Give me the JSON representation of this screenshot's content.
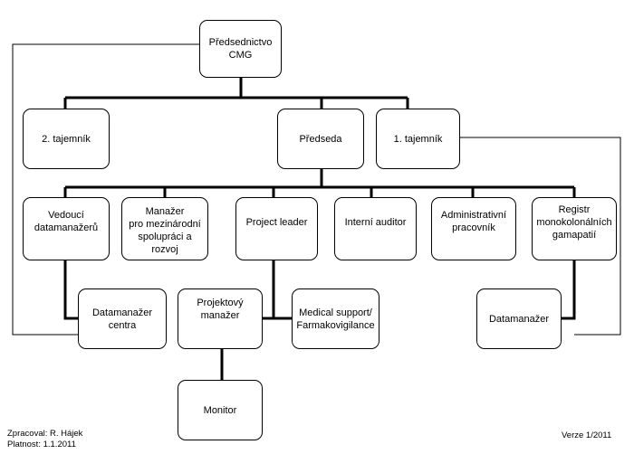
{
  "nodes": {
    "presidium": "Předsednictvo\nCMG",
    "secretary2": "2. tajemník",
    "chairman": "Předseda",
    "secretary1": "1. tajemník",
    "lead_datamanager": "Vedoucí\ndatamanažerů",
    "intl_manager": "Manažer\npro mezinárodní\nspolupráci a rozvoj",
    "project_leader": "Project leader",
    "internal_auditor": "Interní auditor",
    "admin_staff": "Administrativní\npracovník",
    "registry": "Registr\nmonokolonálních\ngamapatií",
    "center_datamanager": "Datamanažer\ncentra",
    "project_manager": "Projektový\nmanažer",
    "medical_support": "Medical support/\nFarmakovigilance",
    "datamanager": "Datamanažer",
    "monitor": "Monitor"
  },
  "footer": {
    "author": "Zpracoval: R. Hájek\nPlatnost: 1.1.2011",
    "version": "Verze 1/2011"
  }
}
